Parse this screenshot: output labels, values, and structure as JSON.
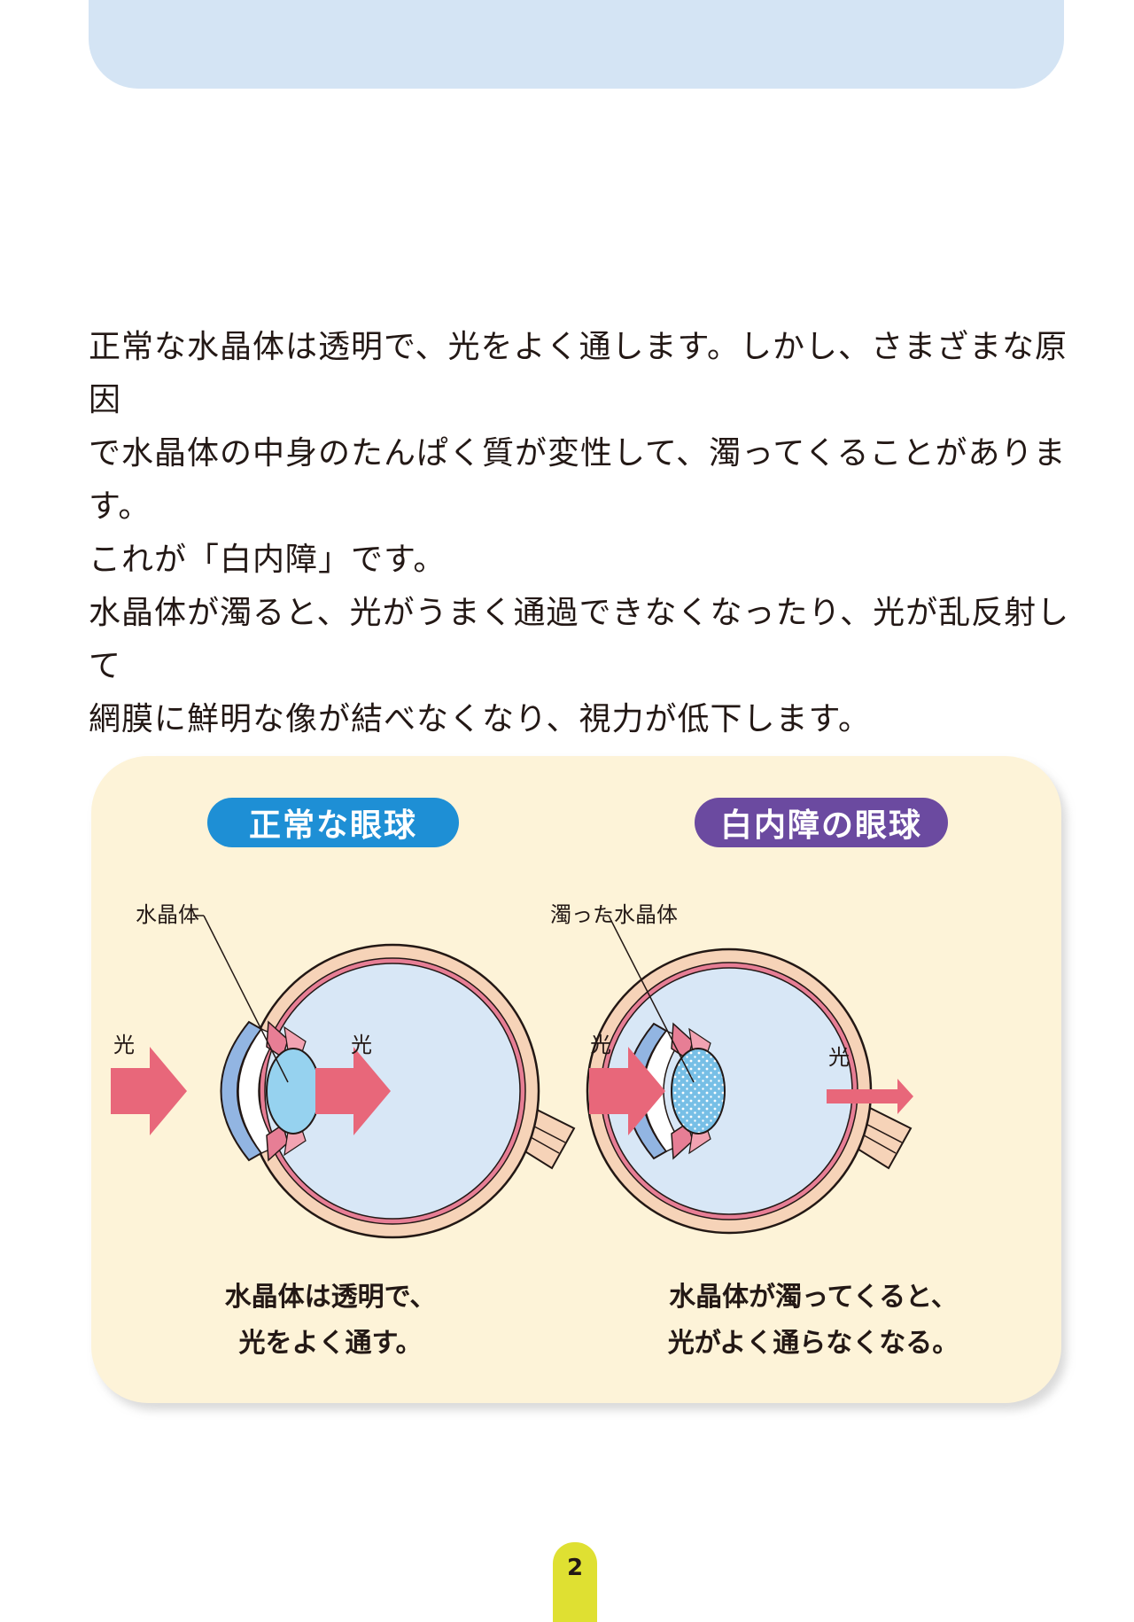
{
  "body_text": {
    "paragraph1_lines": [
      "正常な水晶体は透明で、光をよく通します。しかし、さまざまな原因",
      "で水晶体の中身のたんぱく質が変性して、濁ってくることがあります。",
      "これが「白内障」です。"
    ],
    "paragraph2_lines": [
      "水晶体が濁ると、光がうまく通過できなくなったり、光が乱反射して",
      "網膜に鮮明な像が結べなくなり、視力が低下します。"
    ]
  },
  "panel": {
    "normal_title": "正常な眼球",
    "cataract_title": "白内障の眼球",
    "normal_lens_label": "水晶体",
    "cataract_lens_label": "濁った水晶体",
    "light_label": "光",
    "normal_caption_lines": [
      "水晶体は透明で、",
      "光をよく通す。"
    ],
    "cataract_caption_lines": [
      "水晶体が濁ってくると、",
      "光がよく通らなくなる。"
    ]
  },
  "page_number": "2",
  "colors": {
    "banner": "#d4e4f4",
    "panel": "#fdf3d8",
    "normal_pill": "#1e8fd5",
    "cataract_pill": "#6b4aa0",
    "arrow": "#e8677a",
    "page_tab": "#dfe032"
  }
}
